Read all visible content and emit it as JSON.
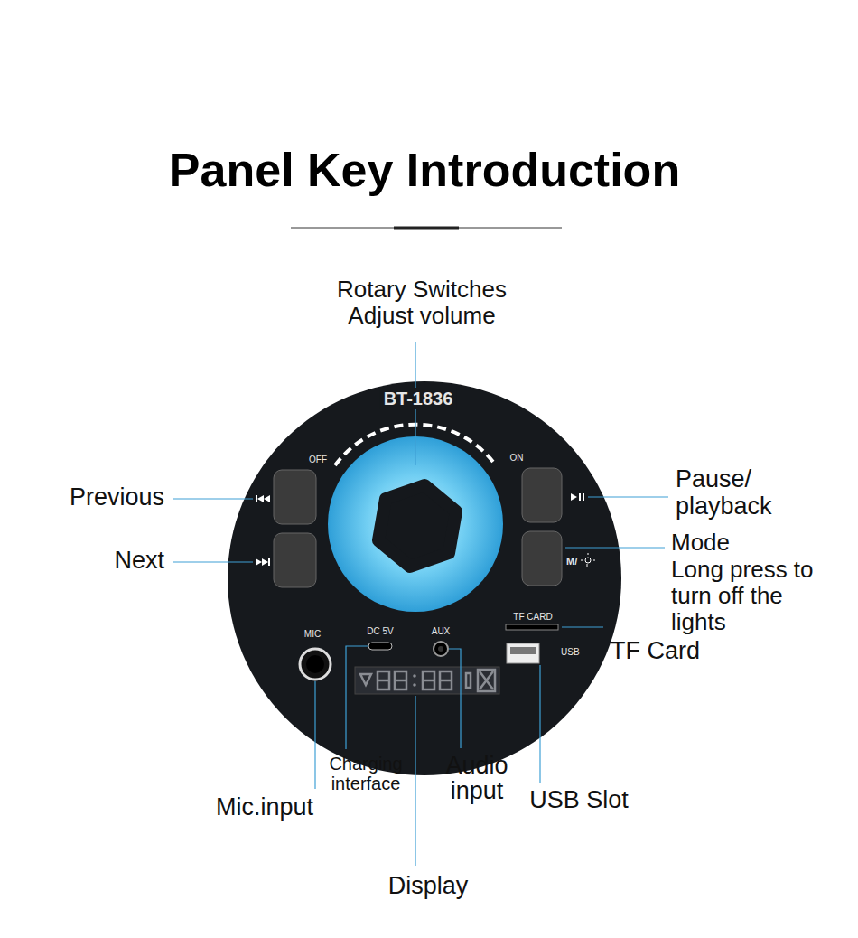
{
  "diagram": {
    "title": "Panel Key Introduction",
    "nodes": [
      {
        "text": [
          "BT-1836",
          "OFF",
          "ON",
          "M/",
          "TF CARD",
          "MIC",
          "DC 5V",
          "AUX",
          "USB"
        ]
      }
    ],
    "labels": [
      "Rotary Switches Adjust volume",
      "Previous",
      "Next",
      "Pause/ playback",
      "Mode",
      "Long press to turn off the lights",
      "TF Card",
      "Charging interface",
      "Audio input",
      "USB Slot",
      "Mic.input",
      "Display"
    ]
  }
}
